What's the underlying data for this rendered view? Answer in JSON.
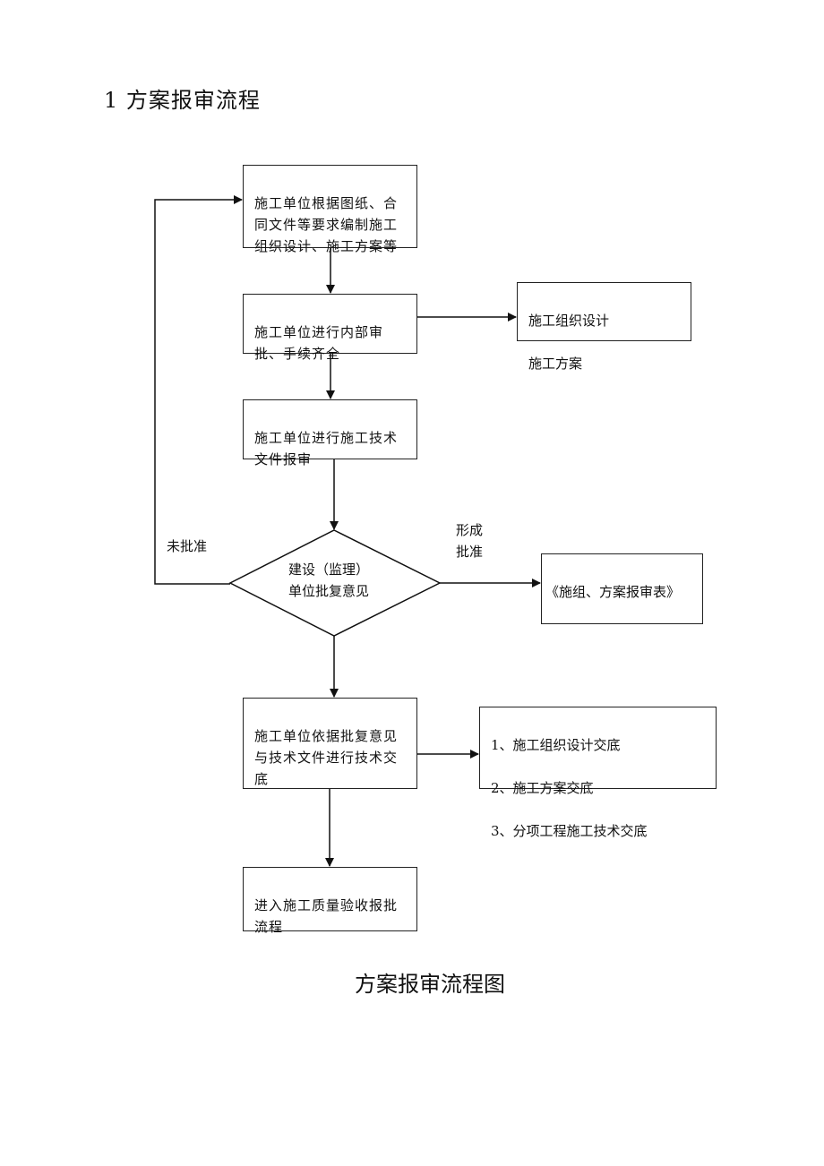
{
  "document": {
    "heading": "1 方案报审流程",
    "caption": "方案报审流程图"
  },
  "flow": {
    "step1": "施工单位根据图纸、合同文件等要求编制施工组织设计、施工方案等",
    "step2": "施工单位进行内部审批、手续齐全",
    "step3": "施工单位进行施工技术文件报审",
    "decision": {
      "line1": "建设（监理）",
      "line2": "单位批复意见"
    },
    "step4": "施工单位依据批复意见与技术文件进行技术交底",
    "step5": "进入施工质量验收报批流程"
  },
  "side": {
    "output1": {
      "line1": "施工组织设计",
      "line2": "施工方案"
    },
    "output2": "《施组、方案报审表》",
    "output3": {
      "items": [
        "1、施工组织设计交底",
        "2、施工方案交底",
        "3、分项工程施工技术交底"
      ]
    }
  },
  "labels": {
    "rejected": "未批准",
    "approved_line1": "形成",
    "approved_line2": "批准"
  }
}
